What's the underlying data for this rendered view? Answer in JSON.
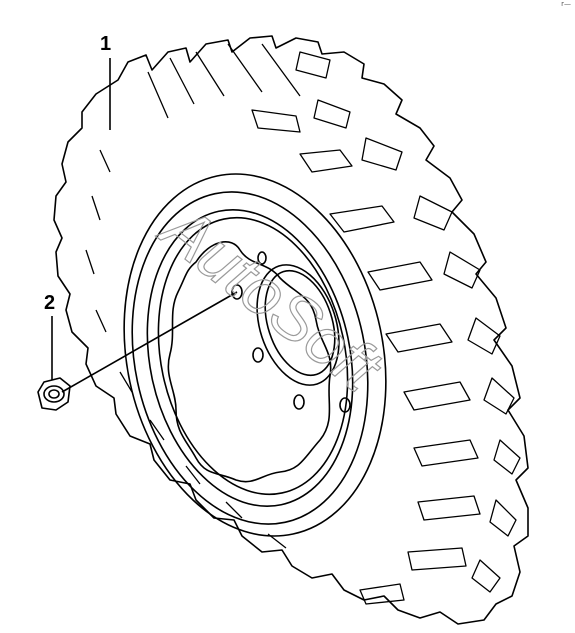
{
  "diagram": {
    "type": "parts-diagram",
    "subject": "wheel-assembly",
    "callouts": [
      {
        "number": "1",
        "part": "wheel-tire"
      },
      {
        "number": "2",
        "part": "lug-nut"
      }
    ],
    "watermark": "AutoSoft",
    "corner_mark": "r—",
    "colors": {
      "line": "#000000",
      "background": "#ffffff",
      "watermark_stroke": "#9a9a9a"
    }
  }
}
